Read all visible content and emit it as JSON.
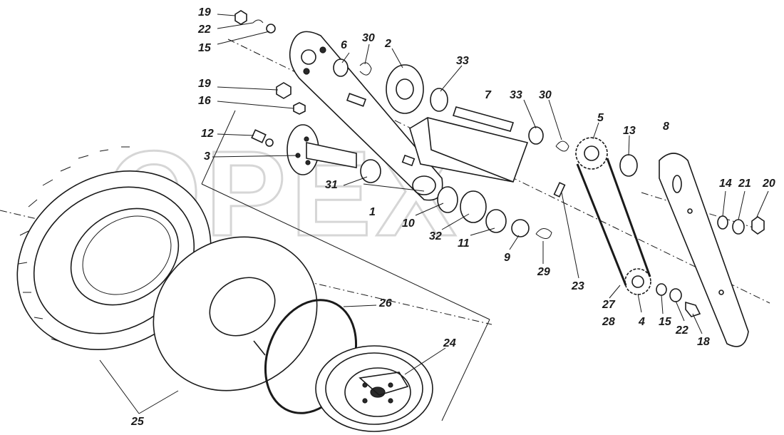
{
  "watermark": "OPEX",
  "callouts": [
    {
      "id": "c19a",
      "text": "19"
    },
    {
      "id": "c22a",
      "text": "22"
    },
    {
      "id": "c15a",
      "text": "15"
    },
    {
      "id": "c6",
      "text": "6"
    },
    {
      "id": "c30a",
      "text": "30"
    },
    {
      "id": "c2",
      "text": "2"
    },
    {
      "id": "c33a",
      "text": "33"
    },
    {
      "id": "c19b",
      "text": "19"
    },
    {
      "id": "c16",
      "text": "16"
    },
    {
      "id": "c7",
      "text": "7"
    },
    {
      "id": "c33b",
      "text": "33"
    },
    {
      "id": "c30b",
      "text": "30"
    },
    {
      "id": "c5",
      "text": "5"
    },
    {
      "id": "c13",
      "text": "13"
    },
    {
      "id": "c8",
      "text": "8"
    },
    {
      "id": "c12",
      "text": "12"
    },
    {
      "id": "c3",
      "text": "3"
    },
    {
      "id": "c31",
      "text": "31"
    },
    {
      "id": "c1",
      "text": "1"
    },
    {
      "id": "c10",
      "text": "10"
    },
    {
      "id": "c32",
      "text": "32"
    },
    {
      "id": "c11",
      "text": "11"
    },
    {
      "id": "c9",
      "text": "9"
    },
    {
      "id": "c29",
      "text": "29"
    },
    {
      "id": "c14",
      "text": "14"
    },
    {
      "id": "c21",
      "text": "21"
    },
    {
      "id": "c20",
      "text": "20"
    },
    {
      "id": "c23",
      "text": "23"
    },
    {
      "id": "c27",
      "text": "27"
    },
    {
      "id": "c28",
      "text": "28"
    },
    {
      "id": "c4",
      "text": "4"
    },
    {
      "id": "c15b",
      "text": "15"
    },
    {
      "id": "c22b",
      "text": "22"
    },
    {
      "id": "c18",
      "text": "18"
    },
    {
      "id": "c26",
      "text": "26"
    },
    {
      "id": "c24",
      "text": "24"
    },
    {
      "id": "c25",
      "text": "25"
    }
  ]
}
